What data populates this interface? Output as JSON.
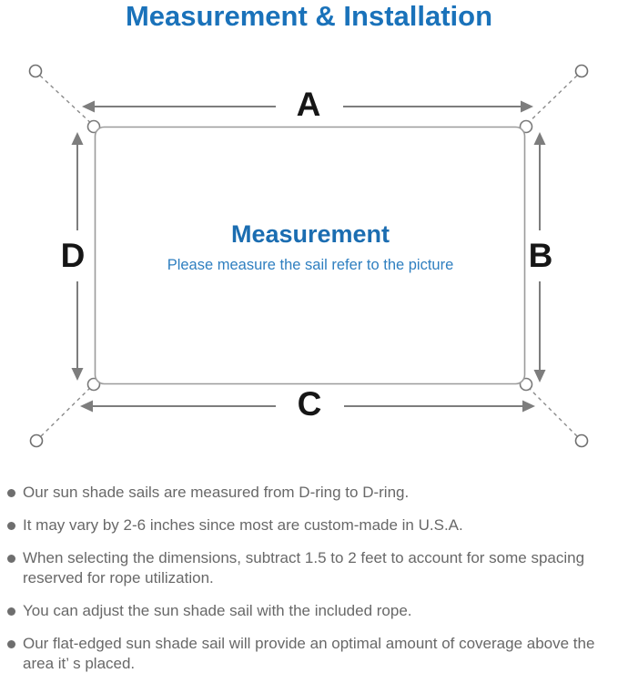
{
  "title": "Measurement & Installation",
  "colors": {
    "title_blue": "#1a72ba",
    "center_heading_blue": "#1b6db1",
    "center_subtitle_blue": "#2f7fc0",
    "diagram_line_gray": "#7d7d7d",
    "note_text_gray": "#686868",
    "dimension_label_black": "#161616"
  },
  "diagram": {
    "labels": {
      "top": "A",
      "right": "B",
      "bottom": "C",
      "left": "D"
    },
    "center_heading": "Measurement",
    "center_subtitle": "Please measure the sail refer to the picture"
  },
  "notes": [
    "Our sun shade sails are measured from D-ring to D-ring.",
    "It may vary by 2-6 inches since most are custom-made in U.S.A.",
    "When selecting the dimensions, subtract 1.5 to 2 feet to account for some spacing reserved for rope utilization.",
    "You can adjust the sun shade sail with the included rope.",
    "Our flat-edged sun shade sail will provide an optimal amount of coverage above the area it’ s placed."
  ]
}
